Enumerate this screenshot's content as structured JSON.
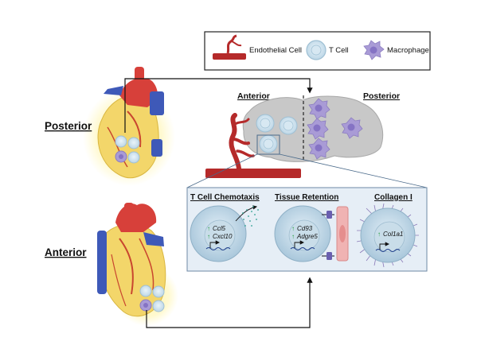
{
  "legend": {
    "endothelial": "Endothelial Cell",
    "tcell": "T Cell",
    "macrophage": "Macrophage"
  },
  "side_labels": {
    "posterior": "Posterior",
    "anterior": "Anterior"
  },
  "tissue_labels": {
    "anterior": "Anterior",
    "posterior": "Posterior"
  },
  "panels": {
    "chemotaxis": {
      "title": "T Cell Chemotaxis",
      "genes": [
        "Ccl5",
        "Cxcl10"
      ]
    },
    "retention": {
      "title": "Tissue Retention",
      "genes": [
        "Cd93",
        "Adgre5"
      ]
    },
    "collagen": {
      "title": "Collagen I",
      "genes": [
        "Col1a1"
      ]
    }
  },
  "colors": {
    "tcell_fill": "#cfe3ef",
    "tcell_edge": "#8fb6cf",
    "macrophage": "#a99bd6",
    "vessel": "#b52a2a",
    "heart_red": "#d7403a",
    "heart_blue": "#3e59b8",
    "tissue": "#c8c8c8",
    "panel_bg": "#e6eef6",
    "gene_up": "#1f9a3a"
  }
}
